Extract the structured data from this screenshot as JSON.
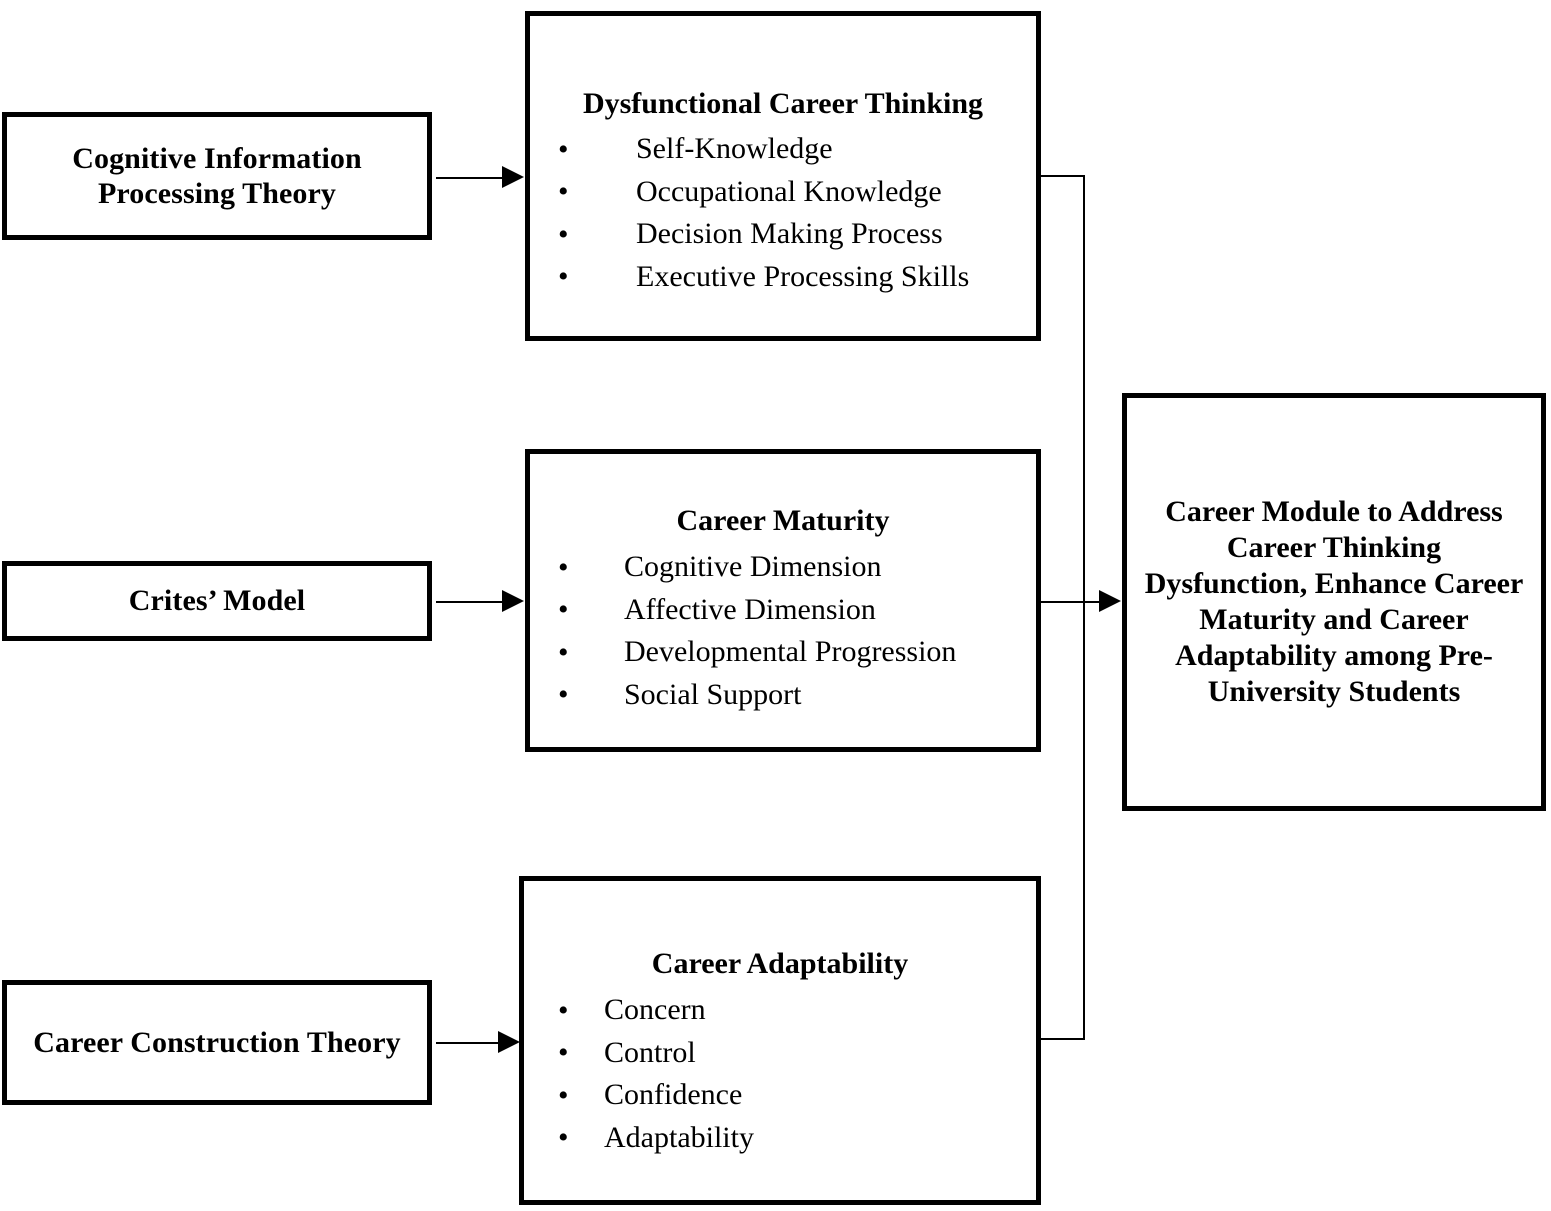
{
  "diagram": {
    "title": "Conceptual framework linking career theories to a career module outcome",
    "theories": [
      {
        "id": "cip",
        "label": "Cognitive Information Processing Theory"
      },
      {
        "id": "crites",
        "label": "Crites’ Model"
      },
      {
        "id": "cct",
        "label": "Career Construction Theory"
      }
    ],
    "constructs": [
      {
        "id": "dysfunctional-career-thinking",
        "title": "Dysfunctional Career Thinking",
        "items": [
          "Self-Knowledge",
          "Occupational Knowledge",
          "Decision Making Process",
          "Executive Processing Skills"
        ]
      },
      {
        "id": "career-maturity",
        "title": "Career Maturity",
        "items": [
          "Cognitive Dimension",
          "Affective Dimension",
          "Developmental Progression",
          "Social Support"
        ]
      },
      {
        "id": "career-adaptability",
        "title": "Career Adaptability",
        "items": [
          "Concern",
          "Control",
          "Confidence",
          "Adaptability"
        ]
      }
    ],
    "outcome": {
      "id": "career-module",
      "text": "Career Module to Address Career Thinking Dysfunction, Enhance Career Maturity and Career Adaptability among Pre-University Students"
    },
    "bullet_glyph": "•",
    "colors": {
      "stroke": "#000000",
      "background": "#ffffff",
      "text": "#000000"
    }
  }
}
